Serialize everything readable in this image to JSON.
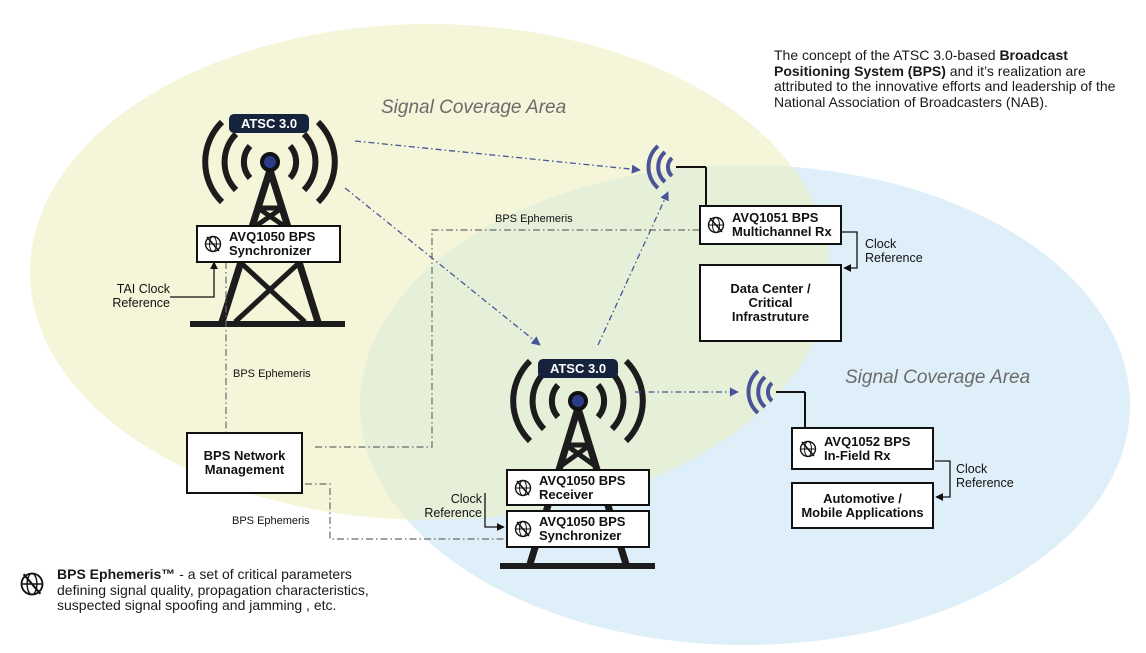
{
  "note": {
    "prefix": "The concept of the ATSC 3.0-based ",
    "bold": "Broadcast Positioning System (BPS)",
    "suffix": " and it’s realization are attributed to the innovative efforts and leadership of the National Association of Broadcasters (NAB)."
  },
  "coverage": {
    "area1": "Signal Coverage Area",
    "area2": "Signal Coverage Area"
  },
  "towers": {
    "main_badge": "ATSC 3.0",
    "second_badge": "ATSC 3.0"
  },
  "boxes": {
    "sync1": [
      "AVQ1050 BPS",
      "Synchronizer"
    ],
    "multi_rx": [
      "AVQ1051 BPS",
      "Multichannel Rx"
    ],
    "data_center": [
      "Data Center /",
      "Critical",
      "Infrastruture"
    ],
    "network_mgmt": [
      "BPS Network",
      "Management"
    ],
    "receiver": [
      "AVQ1050 BPS",
      "Receiver"
    ],
    "sync2": [
      "AVQ1050 BPS",
      "Synchronizer"
    ],
    "infield_rx": [
      "AVQ1052 BPS",
      "In-Field Rx"
    ],
    "auto_mobile": [
      "Automotive /",
      "Mobile Applications"
    ]
  },
  "labels": {
    "tai_clock": [
      "TAI Clock",
      "Reference"
    ],
    "clock_ref_dc": [
      "Clock",
      "Reference"
    ],
    "clock_ref_rx": [
      "Clock",
      "Reference"
    ],
    "clock_ref_auto": [
      "Clock",
      "Reference"
    ],
    "ephemeris_top": "BPS Ephemeris",
    "ephemeris_mid": "BPS Ephemeris",
    "ephemeris_bottom": "BPS Ephemeris"
  },
  "legend": {
    "term": "BPS Ephemeris™",
    "definition": " - a set of critical parameters defining signal quality, propagation characteristics, suspected signal spoofing and jamming , etc."
  },
  "colors": {
    "coverage_yellow": "#f4f5d9",
    "coverage_blue": "#deeff9",
    "overlap": "#e6f0d9",
    "signal_blue": "#4a5599",
    "badge_navy": "#15233c"
  },
  "icons": [
    "antenna-tower-icon",
    "signal-waves-icon",
    "bps-globe-icon"
  ]
}
